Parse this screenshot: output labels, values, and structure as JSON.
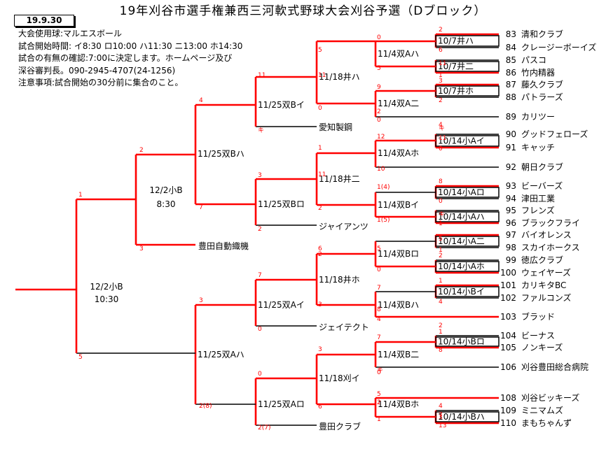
{
  "title": "19年刈谷市選手権兼西三河軟式野球大会刈谷予選（Dブロック）",
  "date": "19.9.30",
  "notes": [
    "大会使用球:マルエスボール",
    "試合開始時間: イ8:30  ロ10:00  ハ11:30  ニ13:00  ホ14:30",
    "試合の有無の確認:7:00に決定します。ホームページ及び",
    "深谷審判長。090-2945-4707(24-1256)",
    "注意事項:試合開始の30分前に集合のこと。"
  ],
  "teams": [
    {
      "no": "83",
      "name": "清和クラブ"
    },
    {
      "no": "84",
      "name": "クレージーボーイズ"
    },
    {
      "no": "85",
      "name": "パスコ"
    },
    {
      "no": "86",
      "name": "竹内精器"
    },
    {
      "no": "87",
      "name": "藤久クラブ"
    },
    {
      "no": "88",
      "name": "パトラーズ"
    },
    {
      "no": "89",
      "name": "カリツー"
    },
    {
      "no": "90",
      "name": "グッドフェローズ"
    },
    {
      "no": "91",
      "name": "キャッチ"
    },
    {
      "no": "92",
      "name": "朝日クラブ"
    },
    {
      "no": "93",
      "name": "ビーバーズ"
    },
    {
      "no": "94",
      "name": "津田工業"
    },
    {
      "no": "95",
      "name": "フレンズ"
    },
    {
      "no": "96",
      "name": "ブラックフライ"
    },
    {
      "no": "97",
      "name": "バイオレンス"
    },
    {
      "no": "98",
      "name": "スカイホークス"
    },
    {
      "no": "99",
      "name": "徳広クラブ"
    },
    {
      "no": "100",
      "name": "ウェイヤーズ"
    },
    {
      "no": "101",
      "name": "カリキタBC"
    },
    {
      "no": "102",
      "name": "ファルコンズ"
    },
    {
      "no": "103",
      "name": "ブラッド"
    },
    {
      "no": "104",
      "name": "ビーナス"
    },
    {
      "no": "105",
      "name": "ノンキーズ"
    },
    {
      "no": "106",
      "name": "刈谷豊田総合病院"
    },
    {
      "no": "108",
      "name": "刈谷ビッキーズ"
    },
    {
      "no": "109",
      "name": "ミニマムズ"
    },
    {
      "no": "110",
      "name": "まもちゃんず"
    }
  ],
  "seeded_teams": [
    "愛知製鋼",
    "ジャイアンツ",
    "豊田自動織機",
    "ジェイテクト",
    "豊田クラブ"
  ],
  "match_labels": {
    "r1": [
      "10/7井ハ",
      "10/7井二",
      "10/7井ホ",
      "10/14小Aイ",
      "10/14小Aロ",
      "10/14小Aハ",
      "10/14小A二",
      "10/14小Aホ",
      "10/14小Bイ",
      "10/14小Bロ",
      "10/14小Bハ"
    ],
    "r2": [
      "11/4双Aハ",
      "11/4双A二",
      "11/4双Aホ",
      "11/4双Bイ",
      "11/4双Bロ",
      "11/4双Bハ",
      "11/4双B二",
      "11/4双Bホ"
    ],
    "r3": [
      "11/18井ハ",
      "11/18井二",
      "11/18井ホ",
      "11/18刈イ"
    ],
    "r4": [
      "11/25双Bイ",
      "11/25双Bロ",
      "11/25双Aイ",
      "11/25双Aロ"
    ],
    "r5": [
      "11/25双Bハ",
      "11/25双Aハ"
    ],
    "r6a": "12/2小B",
    "r6a_time": "8:30",
    "final": "12/2小B",
    "final_time": "10:30"
  },
  "scores": [
    {
      "text": "2",
      "color": "#ff0000"
    },
    {
      "text": "6",
      "color": "#ff0000"
    },
    {
      "text": "11",
      "color": "#ff0000"
    },
    {
      "text": "1",
      "color": "#ff0000"
    },
    {
      "text": "3",
      "color": "#ff0000"
    },
    {
      "text": "2",
      "color": "#ff0000"
    },
    {
      "text": "0",
      "color": "#ff0000"
    },
    {
      "text": "5",
      "color": "#ff0000"
    },
    {
      "text": "9",
      "color": "#ff0000"
    },
    {
      "text": "2",
      "color": "#ff0000"
    },
    {
      "text": "0",
      "color": "#ff0000"
    },
    {
      "text": "4",
      "color": "#ff0000"
    },
    {
      "text": "キ",
      "color": "#ff0000"
    },
    {
      "text": "11",
      "color": "#ff0000"
    },
    {
      "text": "0",
      "color": "#ff0000"
    },
    {
      "text": "12",
      "color": "#ff0000"
    },
    {
      "text": "10",
      "color": "#ff0000"
    },
    {
      "text": "1",
      "color": "#ff0000"
    },
    {
      "text": "2",
      "color": "#ff0000"
    },
    {
      "text": "1(4)",
      "color": "#ff0000"
    },
    {
      "text": "1(5)",
      "color": "#ff0000"
    },
    {
      "text": "8",
      "color": "#ff0000"
    },
    {
      "text": "0",
      "color": "#ff0000"
    },
    {
      "text": "キ",
      "color": "#ff0000"
    },
    {
      "text": "1",
      "color": "#ff0000"
    },
    {
      "text": "5",
      "color": "#ff0000"
    },
    {
      "text": "1",
      "color": "#ff0000"
    },
    {
      "text": "2",
      "color": "#ff0000"
    },
    {
      "text": "5",
      "color": "#ff0000"
    },
    {
      "text": "0",
      "color": "#ff0000"
    },
    {
      "text": "7",
      "color": "#ff0000"
    },
    {
      "text": "4",
      "color": "#ff0000"
    },
    {
      "text": "1",
      "color": "#ff0000"
    },
    {
      "text": "4",
      "color": "#ff0000"
    },
    {
      "text": "6",
      "color": "#ff0000"
    },
    {
      "text": "3",
      "color": "#ff0000"
    },
    {
      "text": "1",
      "color": "#ff0000"
    },
    {
      "text": "8",
      "color": "#ff0000"
    },
    {
      "text": "7",
      "color": "#ff0000"
    },
    {
      "text": "キ",
      "color": "#ff0000"
    },
    {
      "text": "5",
      "color": "#ff0000"
    },
    {
      "text": "4",
      "color": "#ff0000"
    },
    {
      "text": "1",
      "color": "#ff0000"
    },
    {
      "text": "13",
      "color": "#ff0000"
    },
    {
      "text": "5",
      "color": "#ff0000"
    },
    {
      "text": "0",
      "color": "#ff0000"
    },
    {
      "text": "11",
      "color": "#ff0000"
    },
    {
      "text": "キ",
      "color": "#ff0000"
    },
    {
      "text": "4",
      "color": "#ff0000"
    },
    {
      "text": "2",
      "color": "#ff0000"
    },
    {
      "text": "7",
      "color": "#ff0000"
    },
    {
      "text": "3",
      "color": "#ff0000"
    },
    {
      "text": "2",
      "color": "#ff0000"
    },
    {
      "text": "3",
      "color": "#ff0000"
    },
    {
      "text": "1",
      "color": "#ff0000"
    },
    {
      "text": "5",
      "color": "#ff0000"
    },
    {
      "text": "3",
      "color": "#ff0000"
    },
    {
      "text": "7",
      "color": "#ff0000"
    },
    {
      "text": "0",
      "color": "#ff0000"
    },
    {
      "text": "3",
      "color": "#ff0000"
    },
    {
      "text": "6",
      "color": "#ff0000"
    },
    {
      "text": "0",
      "color": "#ff0000"
    },
    {
      "text": "2(7)",
      "color": "#ff0000"
    },
    {
      "text": "2(8)",
      "color": "#ff0000"
    },
    {
      "text": "11",
      "color": "#ff0000"
    },
    {
      "text": "2",
      "color": "#ff0000"
    },
    {
      "text": "3",
      "color": "#ff0000"
    },
    {
      "text": "7",
      "color": "#ff0000"
    },
    {
      "text": "0",
      "color": "#ff0000"
    },
    {
      "text": "2",
      "color": "#ff0000"
    },
    {
      "text": "8",
      "color": "#ff0000"
    },
    {
      "text": "2",
      "color": "#ff0000"
    },
    {
      "text": "11",
      "color": "#ff0000"
    }
  ],
  "colors": {
    "win": "#ff0000",
    "line": "#000000",
    "box": "#000000"
  }
}
